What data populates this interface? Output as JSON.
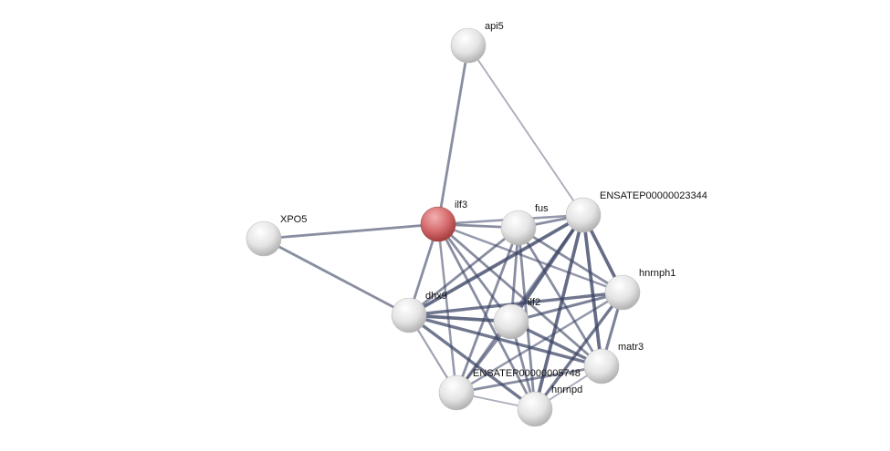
{
  "colors": {
    "edge": "#3c4466",
    "node": "#e8e8e8",
    "query_node": "#d0585c"
  },
  "nodes": [
    {
      "id": "api5",
      "label": "api5",
      "query": false
    },
    {
      "id": "ilf3",
      "label": "ilf3",
      "query": true
    },
    {
      "id": "XPO5",
      "label": "XPO5",
      "query": false
    },
    {
      "id": "fus",
      "label": "fus",
      "query": false
    },
    {
      "id": "ENSATEP00000023344",
      "label": "ENSATEP00000023344",
      "query": false
    },
    {
      "id": "hnrnph1",
      "label": "hnrnph1",
      "query": false
    },
    {
      "id": "dhx9",
      "label": "dhx9",
      "query": false
    },
    {
      "id": "ilf2",
      "label": "ilf2",
      "query": false
    },
    {
      "id": "matr3",
      "label": "matr3",
      "query": false
    },
    {
      "id": "ENSATEP00000005748",
      "label": "ENSATEP00000005748",
      "query": false
    },
    {
      "id": "hnrnpd",
      "label": "hnrnpd",
      "query": false
    }
  ],
  "edges": [
    [
      "api5",
      "ilf3",
      0.6
    ],
    [
      "api5",
      "ENSATEP00000023344",
      0.3
    ],
    [
      "XPO5",
      "ilf3",
      0.6
    ],
    [
      "XPO5",
      "dhx9",
      0.6
    ],
    [
      "ilf3",
      "fus",
      0.6
    ],
    [
      "ilf3",
      "ENSATEP00000023344",
      0.5
    ],
    [
      "ilf3",
      "dhx9",
      0.6
    ],
    [
      "ilf3",
      "ilf2",
      0.6
    ],
    [
      "ilf3",
      "hnrnph1",
      0.5
    ],
    [
      "ilf3",
      "matr3",
      0.6
    ],
    [
      "ilf3",
      "ENSATEP00000005748",
      0.5
    ],
    [
      "ilf3",
      "hnrnpd",
      0.6
    ],
    [
      "fus",
      "ENSATEP00000023344",
      0.6
    ],
    [
      "fus",
      "dhx9",
      0.6
    ],
    [
      "fus",
      "ilf2",
      0.6
    ],
    [
      "fus",
      "hnrnph1",
      0.6
    ],
    [
      "fus",
      "matr3",
      0.6
    ],
    [
      "fus",
      "ENSATEP00000005748",
      0.6
    ],
    [
      "fus",
      "hnrnpd",
      0.6
    ],
    [
      "ENSATEP00000023344",
      "dhx9",
      0.9
    ],
    [
      "ENSATEP00000023344",
      "ilf2",
      0.9
    ],
    [
      "ENSATEP00000023344",
      "hnrnph1",
      0.9
    ],
    [
      "ENSATEP00000023344",
      "matr3",
      0.9
    ],
    [
      "ENSATEP00000023344",
      "hnrnpd",
      0.9
    ],
    [
      "ENSATEP00000023344",
      "ENSATEP00000005748",
      0.6
    ],
    [
      "hnrnph1",
      "dhx9",
      0.8
    ],
    [
      "hnrnph1",
      "ilf2",
      0.7
    ],
    [
      "hnrnph1",
      "matr3",
      0.7
    ],
    [
      "hnrnph1",
      "hnrnpd",
      0.8
    ],
    [
      "hnrnph1",
      "ENSATEP00000005748",
      0.5
    ],
    [
      "dhx9",
      "ilf2",
      0.9
    ],
    [
      "dhx9",
      "matr3",
      0.8
    ],
    [
      "dhx9",
      "hnrnpd",
      0.8
    ],
    [
      "dhx9",
      "ENSATEP00000005748",
      0.4
    ],
    [
      "ilf2",
      "matr3",
      0.8
    ],
    [
      "ilf2",
      "hnrnpd",
      0.6
    ],
    [
      "ilf2",
      "ENSATEP00000005748",
      0.6
    ],
    [
      "matr3",
      "ENSATEP00000005748",
      0.6
    ],
    [
      "matr3",
      "hnrnpd",
      0.3
    ],
    [
      "ENSATEP00000005748",
      "hnrnpd",
      0.3
    ]
  ]
}
